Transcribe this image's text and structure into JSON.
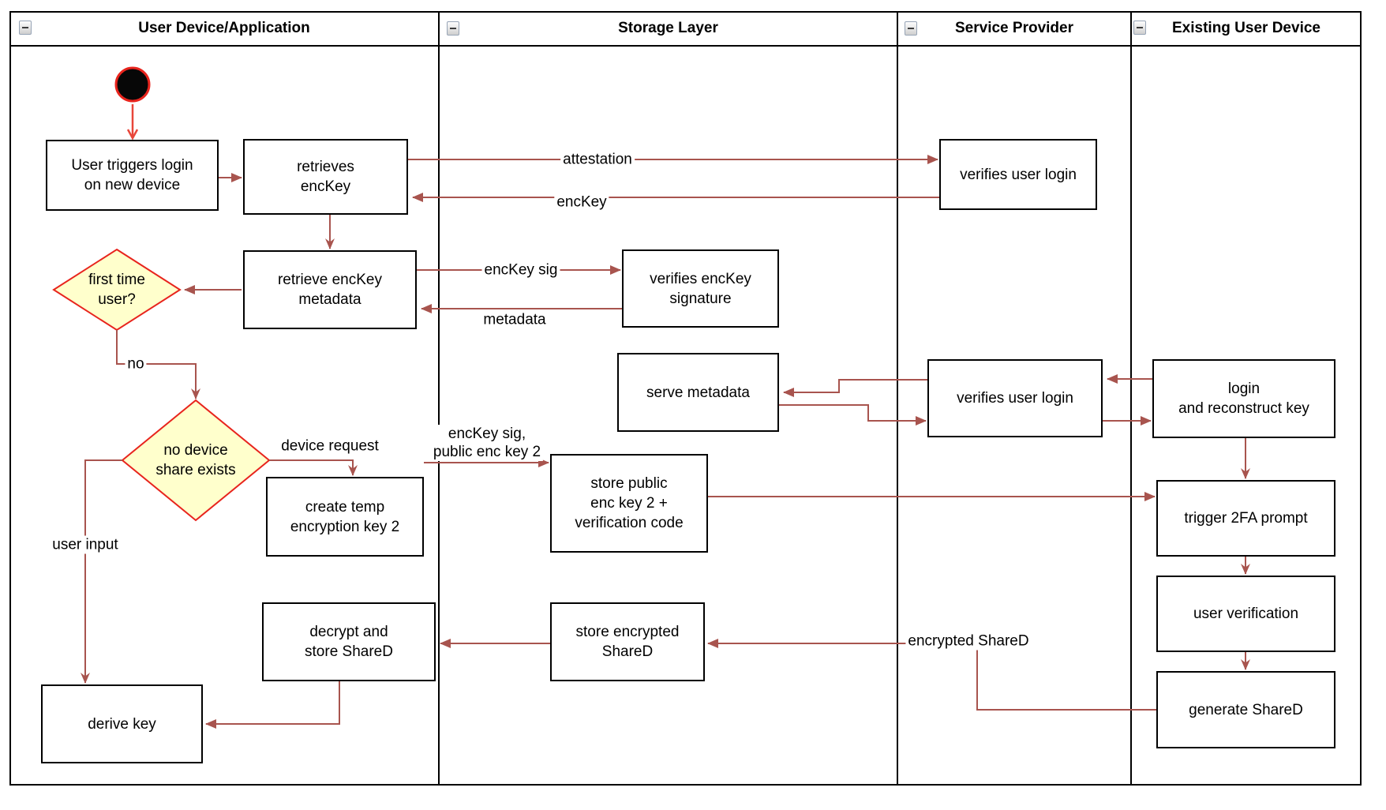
{
  "colors": {
    "flow": "#a8544e",
    "start-arrow": "#e8463a",
    "decision-red": "#e8241d",
    "decision-fill": "#ffffcc",
    "border": "#000000"
  },
  "lanes": [
    {
      "label": "User Device/Application"
    },
    {
      "label": "Storage Layer"
    },
    {
      "label": "Service Provider"
    },
    {
      "label": "Existing User Device"
    }
  ],
  "nodes": {
    "user_triggers": {
      "lines": [
        "User triggers login",
        "on new device"
      ]
    },
    "retrieves_enckey": {
      "lines": [
        "retrieves",
        "encKey"
      ]
    },
    "verifies_user_login_1": {
      "lines": [
        "verifies user login"
      ]
    },
    "retrieve_metadata": {
      "lines": [
        "retrieve encKey",
        "metadata"
      ]
    },
    "verifies_signature": {
      "lines": [
        "verifies encKey",
        "signature"
      ]
    },
    "first_time_user": {
      "lines": [
        "first time",
        "user?"
      ]
    },
    "no_device_share": {
      "lines": [
        "no device",
        "share exists"
      ]
    },
    "serve_metadata": {
      "lines": [
        "serve metadata"
      ]
    },
    "verifies_user_login_2": {
      "lines": [
        "verifies user login"
      ]
    },
    "login_reconstruct": {
      "lines": [
        "login",
        "and reconstruct key"
      ]
    },
    "create_temp_key": {
      "lines": [
        "create temp",
        "encryption key 2"
      ]
    },
    "store_public_key": {
      "lines": [
        "store public",
        "enc key 2 +",
        "verification code"
      ]
    },
    "trigger_2fa": {
      "lines": [
        "trigger 2FA prompt"
      ]
    },
    "user_verification": {
      "lines": [
        "user verification"
      ]
    },
    "decrypt_store": {
      "lines": [
        "decrypt and",
        "store ShareD"
      ]
    },
    "store_encrypted": {
      "lines": [
        "store encrypted",
        "ShareD"
      ]
    },
    "generate_shared": {
      "lines": [
        "generate ShareD"
      ]
    },
    "derive_key": {
      "lines": [
        "derive key"
      ]
    }
  },
  "edge_labels": {
    "attestation": "attestation",
    "enckey": "encKey",
    "enckey_sig": "encKey sig",
    "metadata": "metadata",
    "no": "no",
    "device_request": "device request",
    "user_input": "user input",
    "enckey_sig_2": [
      "encKey sig,",
      "public enc key 2"
    ],
    "encrypted_shared": "encrypted ShareD"
  }
}
